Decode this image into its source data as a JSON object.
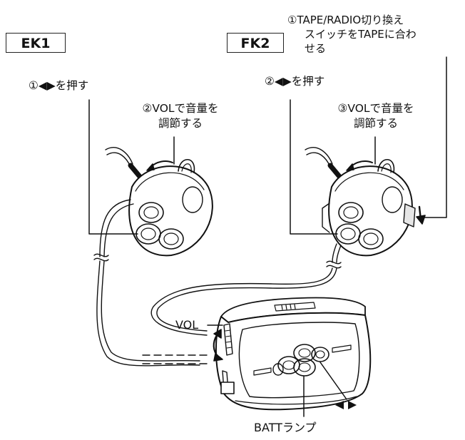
{
  "models": {
    "left": "EK1",
    "right": "FK2"
  },
  "labels": {
    "tape_switch_line1": "①TAPE/RADIO切り換え",
    "tape_switch_line2": "スイッチをTAPEに合わ",
    "tape_switch_line3": "せる",
    "left_play": "①◀▶を押す",
    "left_vol_line1": "②VOLで音量を",
    "left_vol_line2": "調節する",
    "right_play": "②◀▶を押す",
    "right_vol_line1": "③VOLで音量を",
    "right_vol_line2": "調節する",
    "player_vol": "VOL",
    "batt_lamp": "BATTランプ"
  },
  "colors": {
    "ink": "#111111",
    "shade": "#e6e6e6",
    "background": "#ffffff"
  }
}
